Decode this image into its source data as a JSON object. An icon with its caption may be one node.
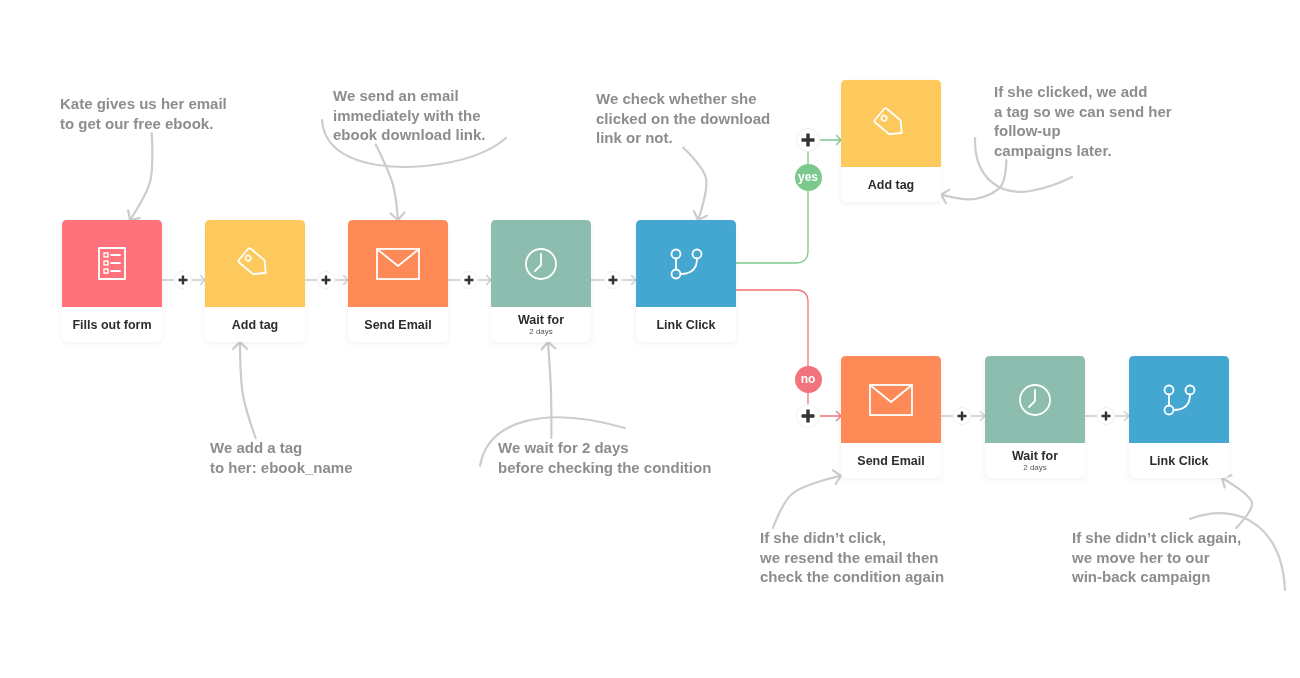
{
  "diagram": {
    "nodes": [
      {
        "text": [
          "Kate gives us her email to get our free ebook."
        ]
      },
      {
        "text": [
          "We send an email immediately with the ebook download link."
        ]
      },
      {
        "text": [
          "We check whether she clicked on the download link or not."
        ]
      },
      {
        "text": [
          "If she clicked, we add a tag so we can send her follow-up campaigns later."
        ]
      },
      {
        "text": [
          "Add tag"
        ]
      },
      {
        "text": [
          "Fills out form"
        ]
      },
      {
        "text": [
          "Add tag"
        ]
      },
      {
        "text": [
          "Send Email"
        ]
      },
      {
        "text": [
          "Wait for",
          "2 days"
        ]
      },
      {
        "text": [
          "Link Click"
        ]
      },
      {
        "text": [
          "Send Email"
        ]
      },
      {
        "text": [
          "Wait for",
          "2 days"
        ]
      },
      {
        "text": [
          "Link Click"
        ]
      },
      {
        "text": [
          "We add a tag to her: ebook_name"
        ]
      },
      {
        "text": [
          "We wait for 2 days before checking the condition"
        ]
      },
      {
        "text": [
          "If she didn’t click, we resend the email then check the condition again"
        ]
      },
      {
        "text": [
          "If she didn’t click again, we move her to our win-back campaign"
        ]
      }
    ],
    "edges": [
      {
        "from": 5,
        "to": 6,
        "arrow": "to"
      },
      {
        "from": 6,
        "to": 7,
        "arrow": "to"
      },
      {
        "from": 7,
        "to": 8,
        "arrow": "to"
      },
      {
        "from": 8,
        "to": 9,
        "arrow": "to"
      },
      {
        "from": 9,
        "to": 4,
        "arrow": "to",
        "label": "yes",
        "color": "#7cc98e"
      },
      {
        "from": 9,
        "to": 10,
        "arrow": "to",
        "label": "no",
        "color": "#f2737b"
      },
      {
        "from": 10,
        "to": 11,
        "arrow": "to"
      },
      {
        "from": 11,
        "to": 12,
        "arrow": "to"
      },
      {
        "from": 0,
        "to": 5,
        "arrow": "to"
      },
      {
        "from": 1,
        "to": 7,
        "arrow": "to"
      },
      {
        "from": 2,
        "to": 9,
        "arrow": "to"
      },
      {
        "from": 3,
        "to": 4,
        "arrow": "to"
      },
      {
        "from": 13,
        "to": 6,
        "arrow": "to"
      },
      {
        "from": 14,
        "to": 8,
        "arrow": "to"
      },
      {
        "from": 15,
        "to": 10,
        "arrow": "to"
      },
      {
        "from": 16,
        "to": 12,
        "arrow": "to"
      }
    ]
  }
}
